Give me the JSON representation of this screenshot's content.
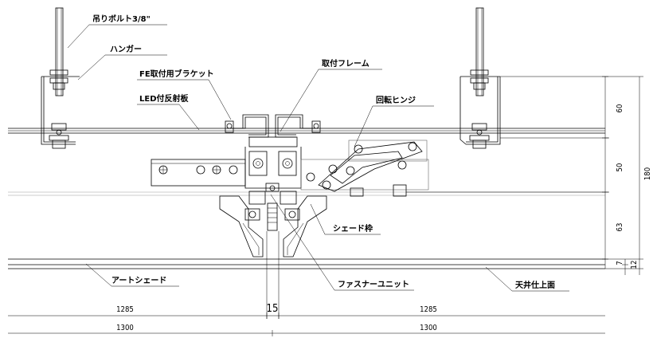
{
  "labels": {
    "hanging_bolt": "吊りボルト3/8\"",
    "hanger": "ハンガー",
    "fe_bracket": "FE取付用ブラケット",
    "led_reflector": "LED付反射板",
    "mount_frame": "取付フレーム",
    "rotary_hinge": "回転ヒンジ",
    "shade_frame": "シェード枠",
    "art_shade": "アートシェード",
    "fastener_unit": "ファスナーユニット",
    "ceiling_surface": "天井仕上面"
  },
  "dimensions": {
    "v60": "60",
    "v50": "50",
    "v63": "63",
    "v7": "7",
    "v12": "12",
    "v180": "180",
    "h1285_left": "1285",
    "h1285_right": "1285",
    "h15": "15",
    "h1300_left": "1300",
    "h1300_right": "1300"
  }
}
